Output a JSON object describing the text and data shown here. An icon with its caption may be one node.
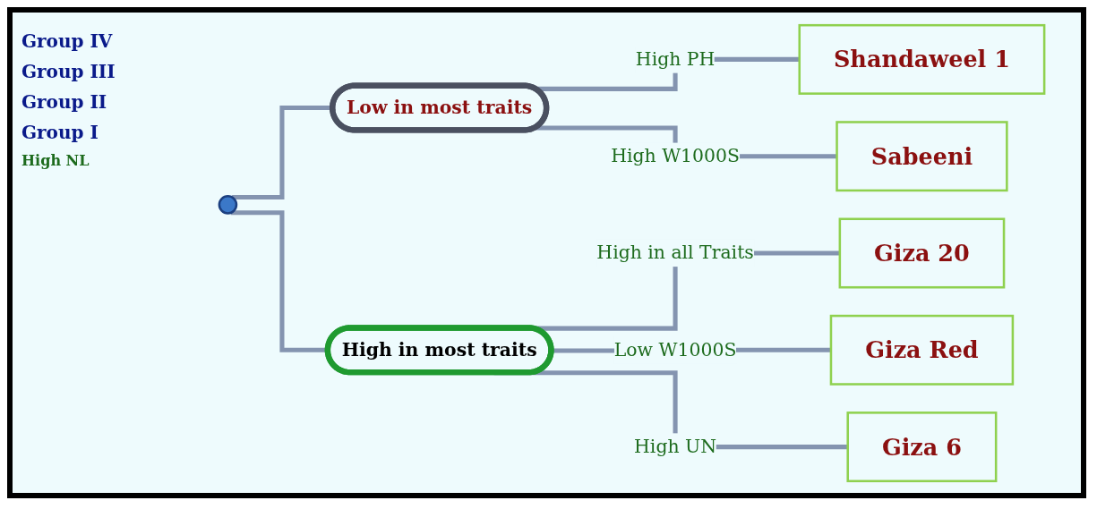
{
  "diagram": {
    "nodes": [
      {
        "text": [],
        "shape": "circle"
      },
      {
        "text": [
          "Low in most traits"
        ]
      },
      {
        "text": [
          "High in most traits"
        ]
      },
      {
        "text": [
          "Shandaweel 1"
        ]
      },
      {
        "text": [
          "Sabeeni"
        ]
      },
      {
        "text": [
          "Giza 20"
        ]
      },
      {
        "text": [
          "Giza Red"
        ]
      },
      {
        "text": [
          "Giza 6"
        ]
      }
    ],
    "edges": [
      {
        "from": 0,
        "to": 1,
        "arrow": "none"
      },
      {
        "from": 0,
        "to": 2,
        "arrow": "none"
      },
      {
        "from": 1,
        "to": 3,
        "arrow": "none",
        "label": "High PH"
      },
      {
        "from": 1,
        "to": 4,
        "arrow": "none",
        "label": "High W1000S"
      },
      {
        "from": 2,
        "to": 5,
        "arrow": "none",
        "label": "High in all Traits"
      },
      {
        "from": 2,
        "to": 6,
        "arrow": "none",
        "label": "Low W1000S"
      },
      {
        "from": 2,
        "to": 7,
        "arrow": "none",
        "label": "High UN"
      }
    ],
    "labels": [
      "Group IV",
      "Group III",
      "Group II",
      "Group I",
      "High NL"
    ]
  }
}
